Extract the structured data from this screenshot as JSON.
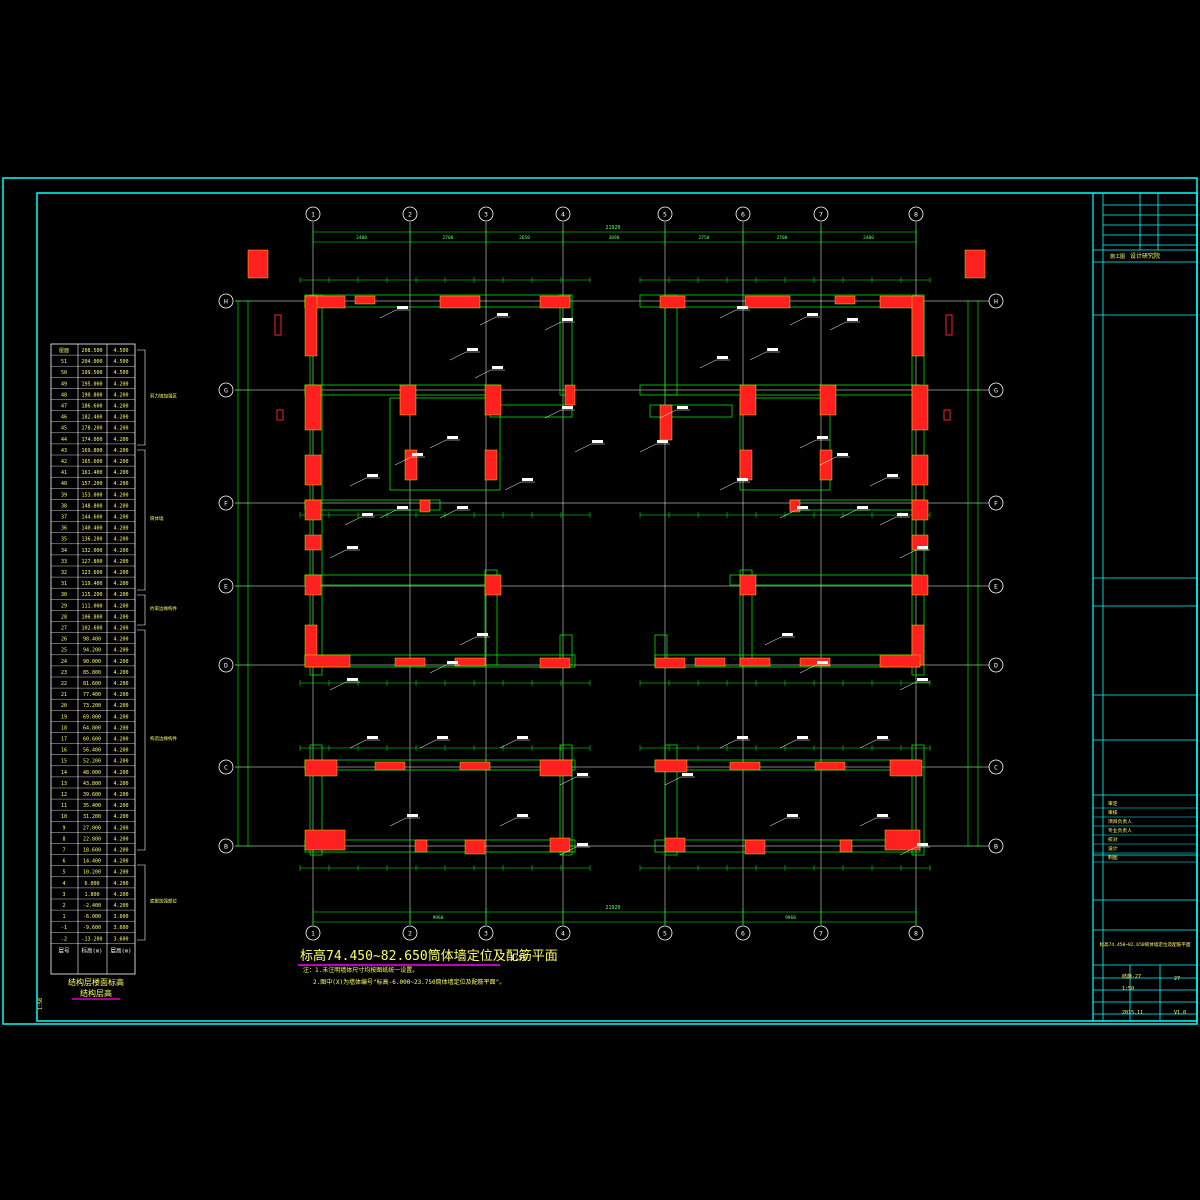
{
  "drawing": {
    "title": "标高74.450~82.650筒体墙定位及配筋平面",
    "scale": "1:50",
    "notes": [
      "注：1.未注明墙体尺寸均按图纸统一设置。",
      "2.图中(X)为墙体编号\"标高-6.000~23.750筒体墙定位及配筋平面\"。"
    ],
    "overall_dimension": "21920",
    "top_dimensions": [
      "2400",
      "2700",
      "2650",
      "3090",
      "2750",
      "2700",
      "2400"
    ],
    "bottom_dimensions": [
      "9960",
      "9960"
    ],
    "axis_top": [
      "1",
      "2",
      "3",
      "4",
      "5",
      "6",
      "7",
      "8"
    ],
    "axis_side": [
      "H",
      "G",
      "F",
      "E",
      "D",
      "C",
      "B"
    ]
  },
  "floor_table": {
    "title": "结构层楼面标高",
    "subtitle": "结构层高",
    "footer": [
      "层号",
      "标高(m)",
      "层高(m)"
    ],
    "rows": [
      [
        "屋面",
        "208.500",
        "4.500"
      ],
      [
        "51",
        "204.000",
        "4.500"
      ],
      [
        "50",
        "199.500",
        "4.500"
      ],
      [
        "49",
        "195.000",
        "4.200"
      ],
      [
        "48",
        "190.800",
        "4.200"
      ],
      [
        "47",
        "186.600",
        "4.200"
      ],
      [
        "46",
        "182.400",
        "4.200"
      ],
      [
        "45",
        "178.200",
        "4.200"
      ],
      [
        "44",
        "174.000",
        "4.200"
      ],
      [
        "43",
        "169.800",
        "4.200"
      ],
      [
        "42",
        "165.600",
        "4.200"
      ],
      [
        "41",
        "161.400",
        "4.200"
      ],
      [
        "40",
        "157.200",
        "4.200"
      ],
      [
        "39",
        "153.000",
        "4.200"
      ],
      [
        "38",
        "148.800",
        "4.200"
      ],
      [
        "37",
        "144.600",
        "4.200"
      ],
      [
        "36",
        "140.400",
        "4.200"
      ],
      [
        "35",
        "136.200",
        "4.200"
      ],
      [
        "34",
        "132.000",
        "4.200"
      ],
      [
        "33",
        "127.800",
        "4.200"
      ],
      [
        "32",
        "123.600",
        "4.200"
      ],
      [
        "31",
        "119.400",
        "4.200"
      ],
      [
        "30",
        "115.200",
        "4.200"
      ],
      [
        "29",
        "111.000",
        "4.200"
      ],
      [
        "28",
        "106.800",
        "4.200"
      ],
      [
        "27",
        "102.600",
        "4.200"
      ],
      [
        "26",
        "98.400",
        "4.200"
      ],
      [
        "25",
        "94.200",
        "4.200"
      ],
      [
        "24",
        "90.000",
        "4.200"
      ],
      [
        "23",
        "85.800",
        "4.200"
      ],
      [
        "22",
        "81.600",
        "4.200"
      ],
      [
        "21",
        "77.400",
        "4.200"
      ],
      [
        "20",
        "73.200",
        "4.200"
      ],
      [
        "19",
        "69.000",
        "4.200"
      ],
      [
        "18",
        "64.800",
        "4.200"
      ],
      [
        "17",
        "60.600",
        "4.200"
      ],
      [
        "16",
        "56.400",
        "4.200"
      ],
      [
        "15",
        "52.200",
        "4.200"
      ],
      [
        "14",
        "48.000",
        "4.200"
      ],
      [
        "13",
        "43.800",
        "4.200"
      ],
      [
        "12",
        "39.600",
        "4.200"
      ],
      [
        "11",
        "35.400",
        "4.200"
      ],
      [
        "10",
        "31.200",
        "4.200"
      ],
      [
        "9",
        "27.000",
        "4.200"
      ],
      [
        "8",
        "22.800",
        "4.200"
      ],
      [
        "7",
        "18.600",
        "4.200"
      ],
      [
        "6",
        "14.400",
        "4.200"
      ],
      [
        "5",
        "10.200",
        "4.200"
      ],
      [
        "4",
        "6.000",
        "4.200"
      ],
      [
        "3",
        "1.800",
        "4.200"
      ],
      [
        "2",
        "-2.400",
        "4.200"
      ],
      [
        "1",
        "-6.000",
        "3.600"
      ],
      [
        "-1",
        "-9.600",
        "3.600"
      ],
      [
        "-2",
        "-13.200",
        "3.600"
      ]
    ],
    "zone_labels": [
      "剪力墙加强区",
      "筒体墙",
      "约束边缘构件",
      "构造边缘构件",
      "底部加强部位"
    ]
  },
  "title_block": {
    "company": "设计研究院",
    "stage": "施工图",
    "drawing_name": "标高74.450~82.650筒体墙定位及配筋平面",
    "drawing_no": "结施-27",
    "scale": "1:50",
    "date": "2015.11",
    "sheet": "27",
    "version": "V1.0",
    "fields": [
      "审定",
      "审核",
      "项目负责人",
      "专业负责人",
      "校对",
      "设计",
      "制图"
    ]
  },
  "colors": {
    "border": "#00ffff",
    "wall": "#ff2020",
    "dimension": "#00ff00",
    "axis": "#ffffff",
    "text": "#ffff66",
    "title_underline": "#ff00ff"
  }
}
